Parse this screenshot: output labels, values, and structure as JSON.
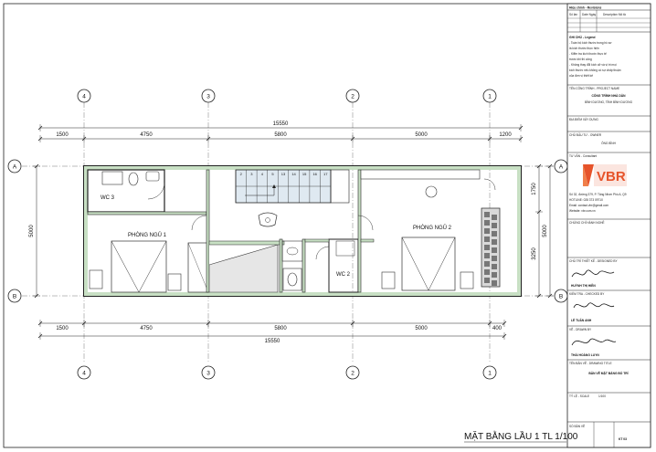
{
  "drawing": {
    "title": "MẶT BẰNG LẦU 1 TL 1/100",
    "grid_columns": [
      "4",
      "3",
      "2",
      "1"
    ],
    "grid_rows": [
      "A",
      "B"
    ],
    "dims_top": [
      "1500",
      "4750",
      "5800",
      "5000",
      "1200"
    ],
    "dims_top_total": "15550",
    "dims_bottom": [
      "1500",
      "4750",
      "5800",
      "5000",
      "400"
    ],
    "dims_bottom_total": "15550",
    "dims_left": "5000",
    "dims_right_upper": "1750",
    "dims_right_lower": "3250",
    "dims_right_total": "5000",
    "stair_steps": [
      "2",
      "3",
      "4",
      "5",
      "13",
      "14",
      "15",
      "16",
      "17"
    ],
    "rooms": {
      "wc3": "WC 3",
      "wc2": "WC 2",
      "bedroom1": "PHÒNG NGỦ 1",
      "bedroom2": "PHÒNG NGỦ 2"
    }
  },
  "title_block": {
    "revisions_header": "Hiệu chỉnh - Revisions",
    "rev_col_no": "Số lần",
    "rev_col_date": "Date Ngày",
    "rev_col_desc": "Description Mô tả",
    "legend_header": "GHI CHÚ - Legend",
    "legend_lines": [
      "- Toàn bộ kích thước trong hồ sơ",
      "là kích thước thực hiện",
      "- Kiểm tra kích thước thực tế",
      "trước khi thi công",
      "- Không thay đổi kích cỡ và vị trí mọi",
      "kích thước nếu không có sự chấp thuận",
      "của đơn vị thiết kế"
    ],
    "project_label": "TÊN CÔNG TRÌNH - PROJECT NAME",
    "project_name": "CÔNG TRÌNH NHÀ DÂN",
    "project_location": "BÌNH DƯƠNG, TỈNH BÌNH DƯƠNG",
    "address_label": "ĐỊA ĐIỂM XÂY DỰNG",
    "owner_label": "CHỦ ĐẦU TƯ - OWNER",
    "owner_name": "ÔNG BÌNH",
    "consultant_label": "TƯ VẤN - Consultant",
    "logo_text": "VBR",
    "company_lines": [
      "Số 32, đường 379, P. Tăng Nhơn Phú A, Q9",
      "HOTLINE: 028 373 09710",
      "Email: contact.vbr@gmail.com",
      "Website: vbr.com.vn"
    ],
    "design_license_label": "CHỨNG CHỈ HÀNH NGHỀ",
    "designer_label": "CHỦ TRÌ THIẾT KẾ - DESIGNED BY",
    "designer_name": "HUỲNH THỊ HIỀN",
    "checker_label": "KIỂM TRA - CHECKED BY",
    "checker_name": "LÊ TUẤN ANH",
    "drawn_label": "VẼ - DRAWN BY",
    "drawn_name": "THÁI HOÀNG LUYN",
    "drawing_title_label": "TÊN BẢN VẼ - DRAWING TITLE",
    "drawing_title": "BẢN VẼ MẶT BẰNG BỐ TRÍ",
    "scale_label": "TỶ LỆ - SCALE",
    "scale_value": "1/100",
    "sheet_no_label": "SỐ BẢN VẼ",
    "sheet_no_value": "KT 03"
  },
  "colors": {
    "line": "#222222",
    "wall_fill": "#c8e0c4",
    "stair_fill": "#dfe9f1",
    "accent": "#e6532a",
    "grid_circle": "#222222"
  }
}
